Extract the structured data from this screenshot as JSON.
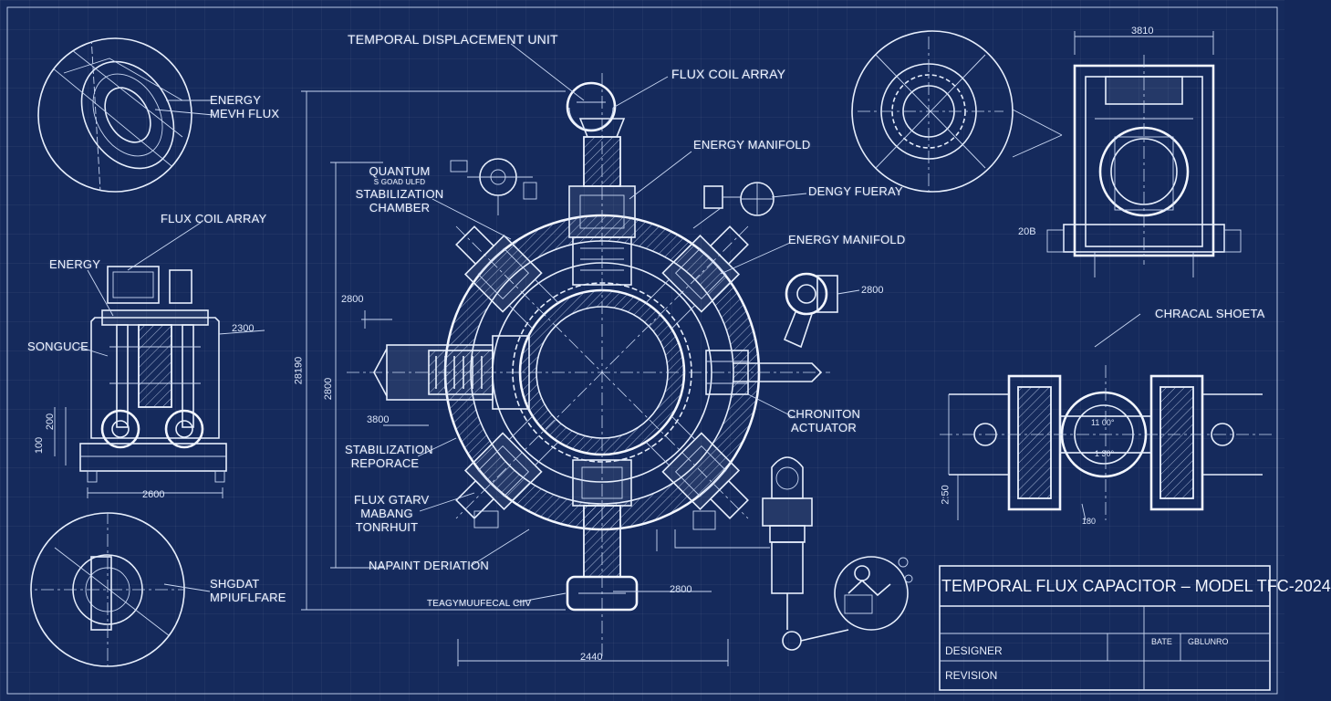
{
  "labels": {
    "temporal_displacement_unit": "TEMPORAL DISPLACEMENT UNIT",
    "flux_coil_array_top": "FLUX COIL ARRAY",
    "energy_manifold_top": "ENERGY MANIFOLD",
    "dengy_fueray": "DENGY FUERAY",
    "energy_manifold_right": "ENERGY MANIFOLD",
    "quantum_line1": "QUANTUM",
    "quantum_small": "S GOAD ULFD",
    "quantum_line2": "STABILIZATION",
    "quantum_line3": "CHAMBER",
    "energy_flux_line1": "ENERGY",
    "energy_flux_line2": "MEVH FLUX",
    "flux_coil_array_left": "FLUX COIL ARRAY",
    "energy_left": "ENERGY",
    "songuce": "SONGUCE",
    "stabilization_line1": "STABILIZATION",
    "stabilization_line2": "REPORACE",
    "flux_line1": "FLUX GTARV",
    "flux_line2": "MABANG",
    "flux_line3": "TONRHUIT",
    "napaint_deriation": "NAPAINT DERIATION",
    "teagymuufecal": "TEAGYMUUFECAL CIIV",
    "chroniton_line1": "CHRONITON",
    "chroniton_line2": "ACTUATOR",
    "chracal_shoeta": "CHRACAL SHOETA",
    "shgdat_line1": "SHGDAT",
    "shgdat_line2": "MPIUFLFARE"
  },
  "dimensions": {
    "d_top_right": "3810",
    "d_side_right": "20B",
    "d_2800_left": "2800",
    "d_2800_right": "2800",
    "d_3800": "3800",
    "d_2890_vert": "28190",
    "d_2800_vert": "2800",
    "d_2300_left_mech": "2300",
    "d_200": "200",
    "d_100": "100",
    "d_2600": "2600",
    "d_2800_bottom": "2800",
    "d_2440": "2440",
    "d_1100": "11 00°",
    "d_130": "1 30°",
    "d_180": "180",
    "d_250": "2:50"
  },
  "title_block": {
    "title": "TEMPORAL FLUX CAPACITOR – MODEL TFC-2024",
    "designer": "DESIGNER",
    "revision": "REVISION",
    "bate": "BATE",
    "gblunro": "GBLUNRO"
  },
  "colors": {
    "background": "#152a5c",
    "line": "#e6eefc"
  }
}
